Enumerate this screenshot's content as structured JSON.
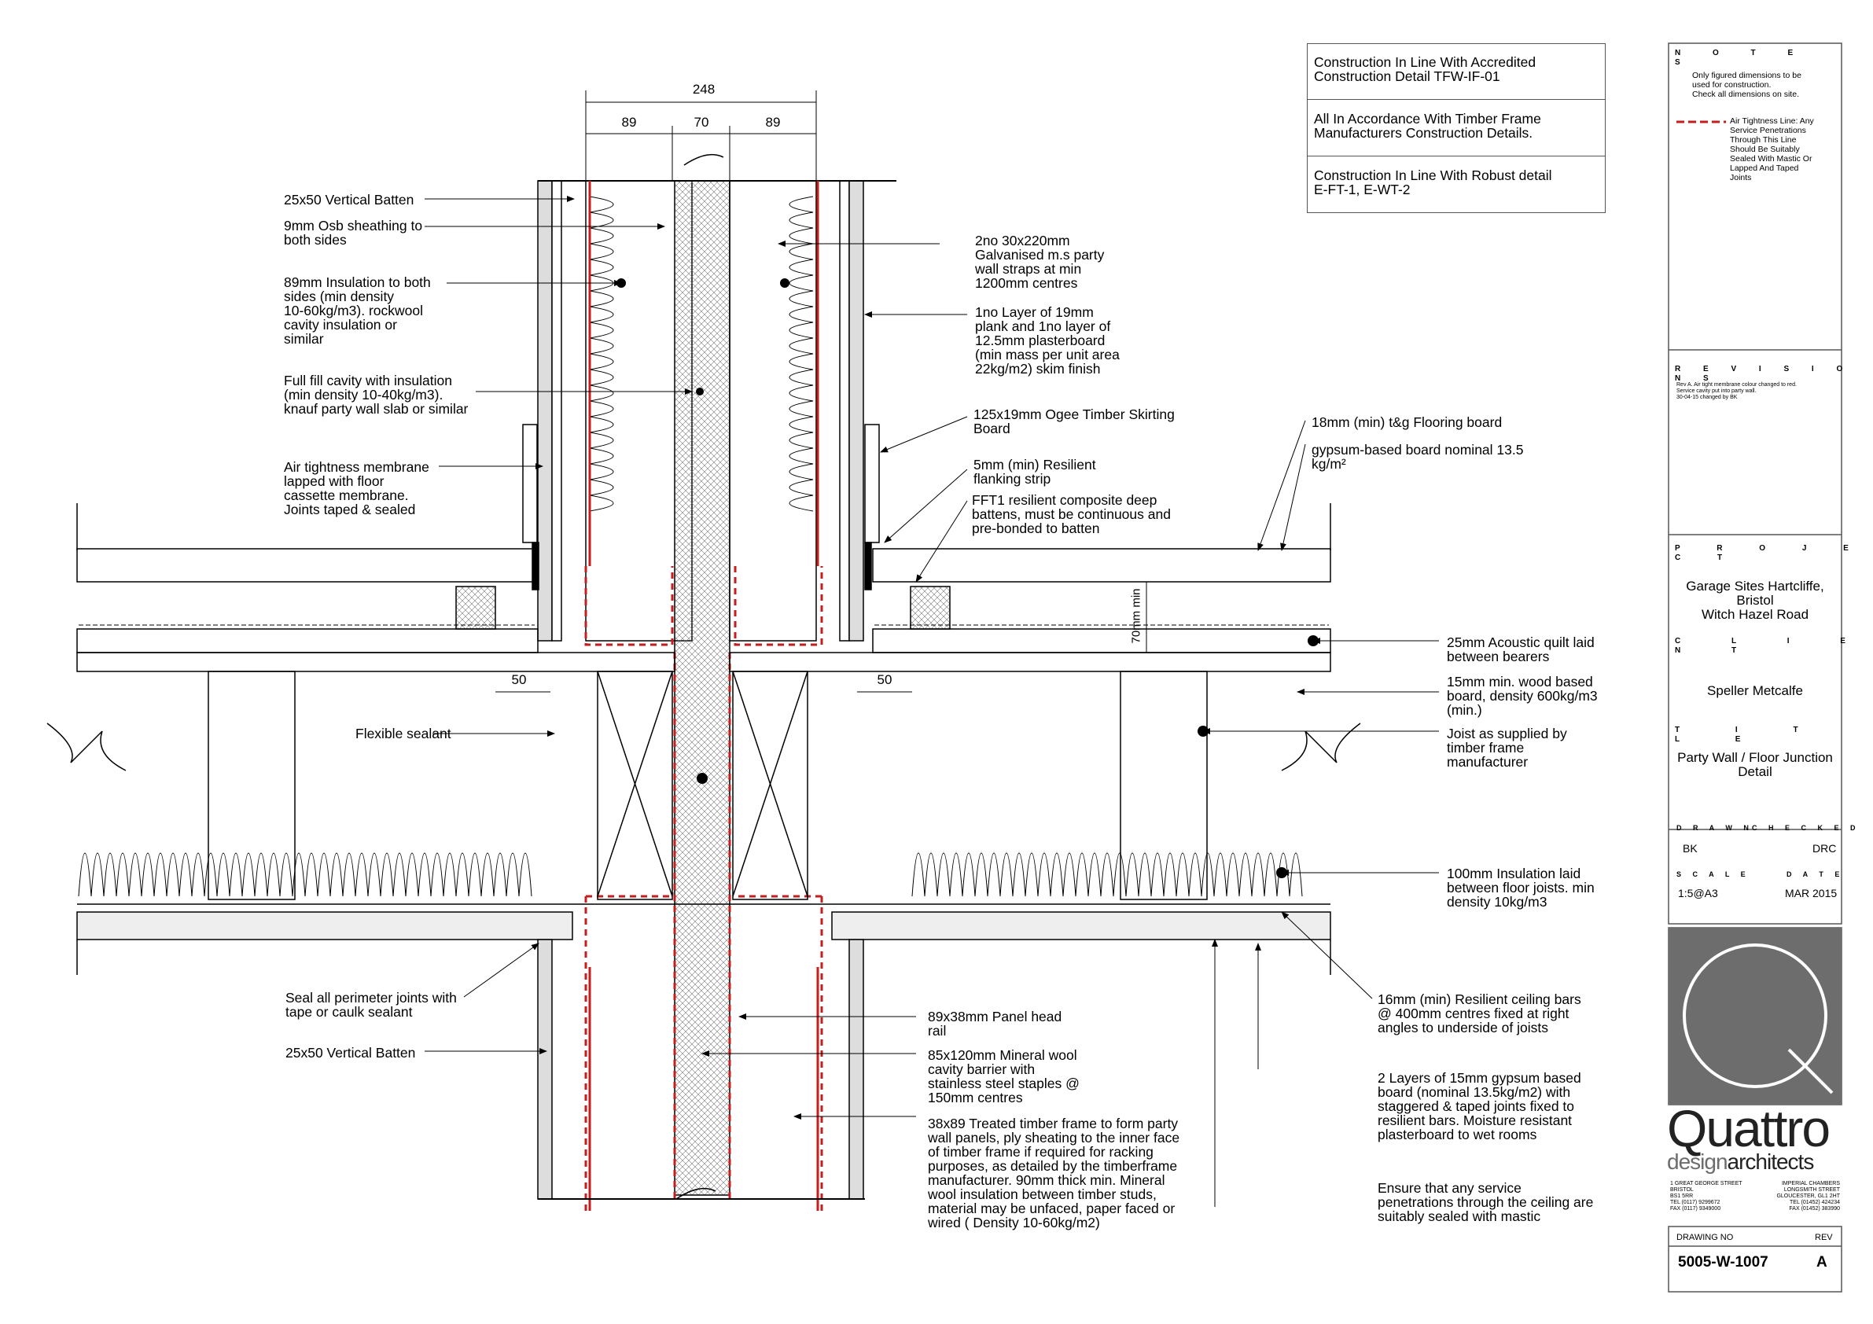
{
  "notes_box": [
    "Construction In Line With Accredited\nConstruction Detail TFW-IF-01",
    "All In Accordance With Timber Frame\nManufacturers Construction Details.",
    "Construction In Line With Robust detail\nE-FT-1, E-WT-2"
  ],
  "dimensions": {
    "overall": "248",
    "left": "89",
    "middle": "70",
    "right": "89",
    "gap_left": "50",
    "gap_right": "50",
    "min_depth": "70mm min"
  },
  "left_labels": {
    "batten_top": "25x50 Vertical Batten",
    "osb": "9mm Osb sheathing to\nboth sides",
    "insulation89": "89mm Insulation to both\nsides (min density\n10-60kg/m3). rockwool\ncavity insulation or\nsimilar",
    "full_fill": "Full fill cavity with insulation\n(min density 10-40kg/m3).\nknauf party wall slab or similar",
    "air_membrane": "Air tightness membrane\nlapped with floor\ncassette membrane.\nJoints taped & sealed",
    "flexible_sealant": "Flexible sealant",
    "seal_perimeter": "Seal all perimeter joints with\ntape or caulk sealant",
    "batten_bottom": "25x50 Vertical Batten"
  },
  "mid_labels": {
    "straps": "2no 30x220mm\nGalvanised m.s party\nwall straps at min\n1200mm centres",
    "plank": "1no Layer of 19mm\nplank and 1no layer of\n12.5mm plasterboard\n(min mass per unit area\n22kg/m2) skim finish",
    "skirting": "125x19mm Ogee Timber Skirting\nBoard",
    "flanking": "5mm (min) Resilient\nflanking strip",
    "fft1": "FFT1 resilient composite deep\nbattens, must be continuous and\npre-bonded to batten",
    "panel_head": "89x38mm Panel head\nrail",
    "mineral_wool": "85x120mm Mineral wool\ncavity barrier with\nstainless steel staples @\n150mm centres",
    "treated_timber": "38x89 Treated timber frame to form party\nwall panels, ply sheating to the inner face\nof timber frame if required for racking\npurposes, as detailed by the timberframe\nmanufacturer. 90mm thick min. Mineral\nwool insulation between timber studs,\nmaterial may be unfaced, paper faced or\nwired ( Density 10-60kg/m2)"
  },
  "right_labels": {
    "flooring": "18mm (min) t&g Flooring board",
    "gypsum": "gypsum-based board nominal 13.5\nkg/m²",
    "acoustic": "25mm Acoustic quilt laid\nbetween bearers",
    "wood_board": "15mm min. wood based\nboard, density 600kg/m3\n(min.)",
    "joist": "Joist as supplied by\ntimber frame\nmanufacturer",
    "insulation100": "100mm Insulation laid\nbetween floor joists. min\ndensity 10kg/m3",
    "ceiling_bars": "16mm (min) Resilient ceiling bars\n@ 400mm centres fixed at right\nangles to underside of joists",
    "gypsum_layers": "2 Layers of 15mm gypsum based\nboard (nominal 13.5kg/m2) with\nstaggered & taped joints fixed to\nresilient bars. Moisture resistant\nplasterboard to wet rooms",
    "service": "Ensure that any service\npenetrations through the ceiling are\nsuitably sealed with mastic"
  },
  "title_block": {
    "notes_heading": "N O T E S",
    "notes_text": "Only figured dimensions to be\nused for construction.\nCheck all dimensions on site.",
    "legend_text": "Air Tightness Line: Any\nService Penetrations\nThrough This Line\nShould Be Suitably\nSealed With Mastic Or\nLapped And Taped\nJoints",
    "revisions_heading": "R E V I S I O N S",
    "revisions_text": "Rev A. Air tight membrane colour changed to red.\nService cavity put into party wall.\n30-04-15 changed by BK",
    "project_heading": "P R O J E C T",
    "project": "Garage Sites Hartcliffe,\nBristol\nWitch Hazel Road",
    "client_heading": "C L I E N T",
    "client": "Speller Metcalfe",
    "title_heading": "T I T L E",
    "title": "Party Wall / Floor Junction\nDetail",
    "drawn_heading": "D R A W N",
    "checked_heading": "C H E C K E D",
    "drawn": "BK",
    "checked": "DRC",
    "scale_heading": "S C A L E",
    "date_heading": "D A T E",
    "scale": "1:5@A3",
    "date": "MAR 2015",
    "logo_main": "Quattro",
    "logo_sub_light": "design",
    "logo_sub_bold": "architects",
    "address_left": "1 GREAT GEORGE STREET\nBRISTOL\nBS1 5RR\nTEL (0117) 9299672\nFAX (0117) 9349000",
    "address_right": "IMPERIAL CHAMBERS\nLONGSMITH STREET\nGLOUCESTER, GL1 2HT\nTEL (01452) 424234\nFAX (01452) 383990",
    "drawing_no_heading": "DRAWING NO",
    "rev_heading": "REV",
    "drawing_no": "5005-W-1007",
    "rev": "A"
  },
  "colors": {
    "line": "#000000",
    "membrane": "#c41e1e",
    "hatch": "#888888",
    "logo_grey": "#6d6d6d"
  }
}
